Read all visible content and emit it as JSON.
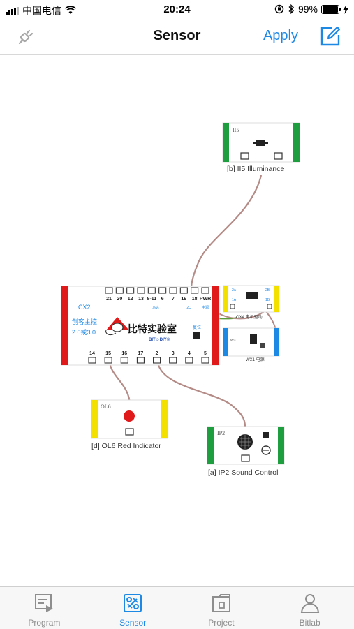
{
  "status_bar": {
    "carrier": "中国电信",
    "time": "20:24",
    "battery": "99%",
    "battery_level": 0.99
  },
  "nav": {
    "title": "Sensor",
    "apply_label": "Apply",
    "left_icon": "plug-disconnect-icon",
    "right_icon": "edit-icon",
    "accent_color": "#1e88e5"
  },
  "board": {
    "name": "CX2",
    "subtitle": "创客主控",
    "version": "2.0或3.0",
    "brand": "比特实验室",
    "brand_en": "BIT☺DIY®",
    "reset_label": "复位",
    "top_pins": [
      "21",
      "20",
      "12",
      "13",
      "8-11",
      "6",
      "7",
      "19",
      "18",
      "PWR"
    ],
    "top_sublabels": [
      "马达",
      "I2C",
      "电源"
    ],
    "bottom_pins": [
      "14",
      "15",
      "16",
      "17",
      "2",
      "3",
      "4",
      "5"
    ]
  },
  "modules": {
    "ii5": {
      "code": "II5",
      "label": "[b] II5 Illuminance"
    },
    "ol6": {
      "code": "OL6",
      "label": "[d] OL6 Red Indicator"
    },
    "ip2": {
      "code": "IP2",
      "label": "[a] IP2 Sound Control"
    },
    "ox4": {
      "code": "OX4",
      "label": "OX4 电机驱动",
      "pins": [
        "2A",
        "2B",
        "1A",
        "1B"
      ]
    },
    "wx1": {
      "code": "WX1",
      "label": "WX1 电源"
    }
  },
  "colors": {
    "green": "#1e9e3e",
    "yellow": "#f3e000",
    "red": "#e0191b",
    "blue": "#1e88e5",
    "wire": "#b48b86",
    "wire_green": "#5c9a3a"
  },
  "tabs": [
    {
      "label": "Program",
      "icon": "program-icon",
      "active": false
    },
    {
      "label": "Sensor",
      "icon": "sensor-icon",
      "active": true
    },
    {
      "label": "Project",
      "icon": "project-icon",
      "active": false
    },
    {
      "label": "Bitlab",
      "icon": "bitlab-person-icon",
      "active": false
    }
  ]
}
